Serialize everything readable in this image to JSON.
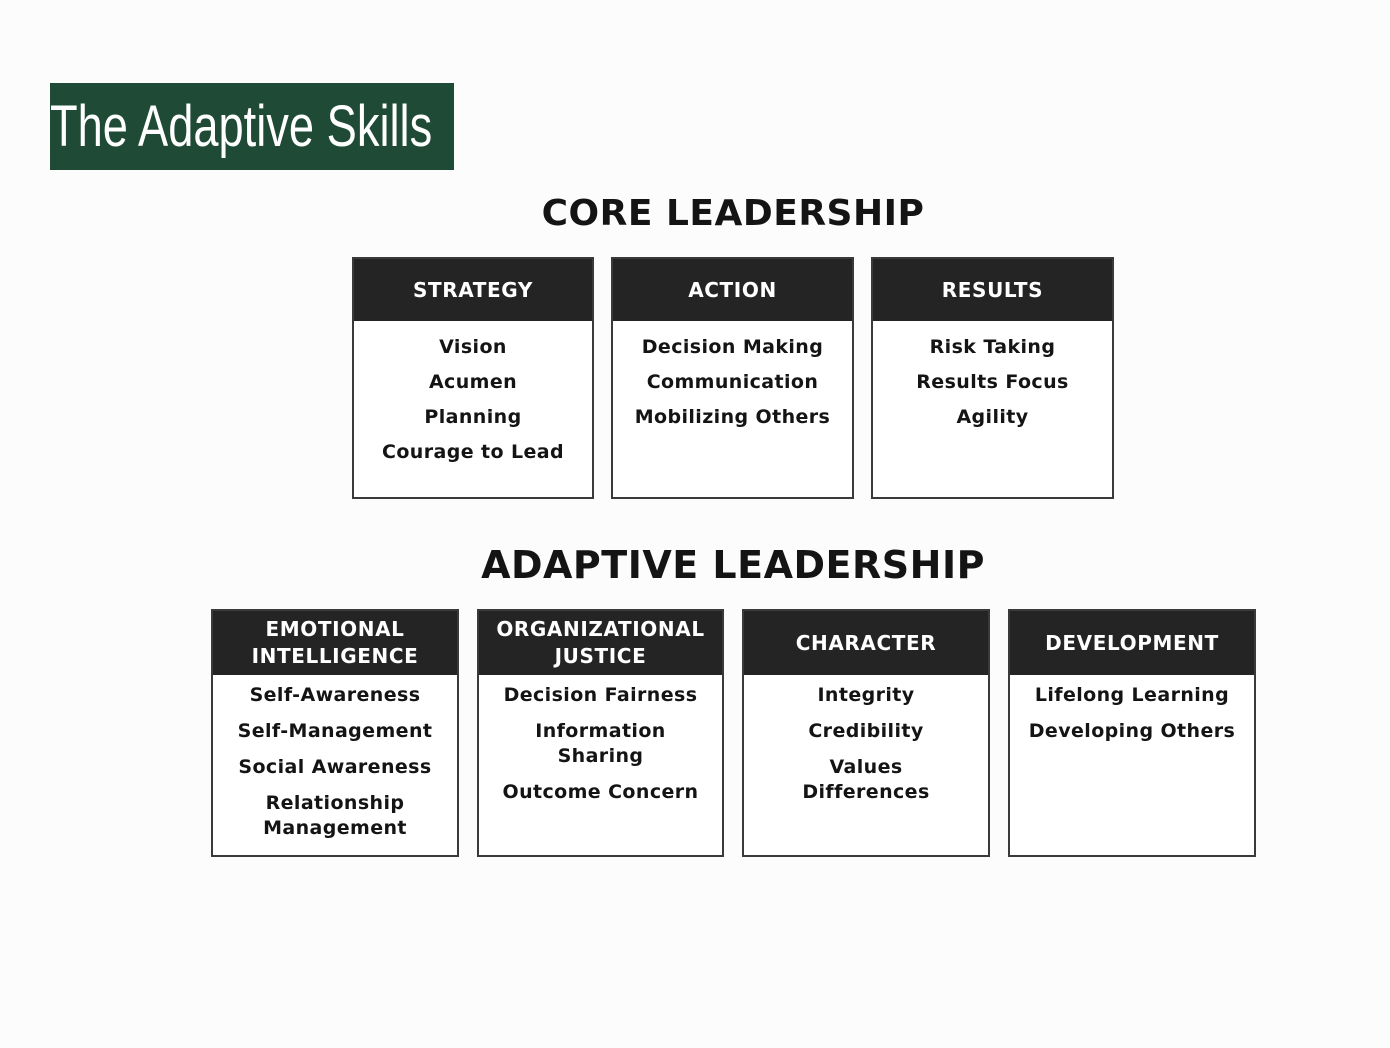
{
  "title": "The Adaptive Skills",
  "core": {
    "heading": "CORE LEADERSHIP",
    "boxes": [
      {
        "header": "STRATEGY",
        "items": [
          "Vision",
          "Acumen",
          "Planning",
          "Courage to Lead"
        ]
      },
      {
        "header": "ACTION",
        "items": [
          "Decision Making",
          "Communication",
          "Mobilizing Others"
        ]
      },
      {
        "header": "RESULTS",
        "items": [
          "Risk Taking",
          "Results Focus",
          "Agility"
        ]
      }
    ]
  },
  "adaptive": {
    "heading": "ADAPTIVE LEADERSHIP",
    "boxes": [
      {
        "header": "EMOTIONAL INTELLIGENCE",
        "items": [
          "Self-Awareness",
          "Self-Management",
          "Social Awareness",
          "Relationship Management"
        ]
      },
      {
        "header": "ORGANIZATIONAL JUSTICE",
        "items": [
          "Decision Fairness",
          "Information Sharing",
          "Outcome Concern"
        ]
      },
      {
        "header": "CHARACTER",
        "items": [
          "Integrity",
          "Credibility",
          "Values Differences"
        ]
      },
      {
        "header": "DEVELOPMENT",
        "items": [
          "Lifelong Learning",
          "Developing Others"
        ]
      }
    ]
  },
  "colors": {
    "title_background": "#1e4a36",
    "box_header": "#242424",
    "text": "#141414"
  }
}
